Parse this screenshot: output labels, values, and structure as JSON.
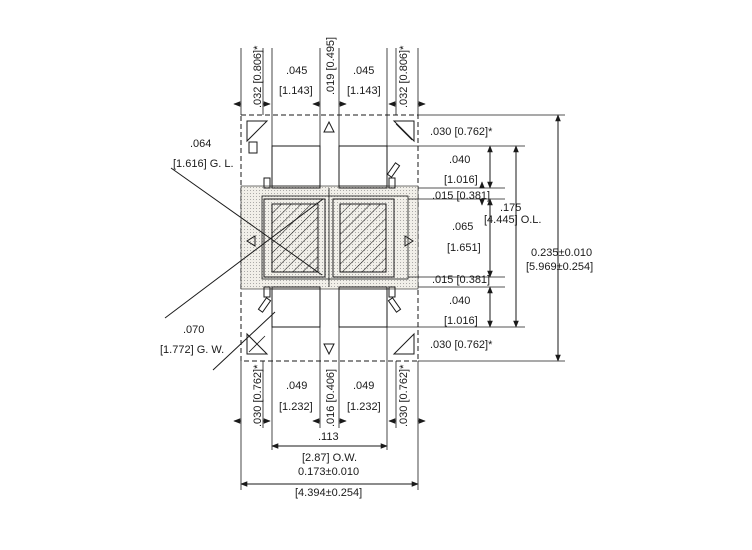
{
  "dims": {
    "top_032_left": ".032 [0.806]*",
    "top_045_left": ".045",
    "top_1143_left": "[1.143]",
    "top_019": ".019 [0.495]",
    "top_045_right": ".045",
    "top_1143_right": "[1.143]",
    "top_032_right": ".032 [0.806]*",
    "gl_value": ".064",
    "gl_label": "[1.616] G. L.",
    "gw_value": ".070",
    "gw_label": "[1.772] G. W.",
    "r_030_top": ".030 [0.762]*",
    "r_040_top": ".040",
    "r_1016_top": "[1.016]",
    "r_015_top": ".015 [0.381]",
    "r_175": ".175",
    "r_ol": "[4.445] O.L.",
    "r_065": ".065",
    "r_1651": "[1.651]",
    "r_235": "0.235±0.010",
    "r_5969": "[5.969±0.254]",
    "r_015_bot": ".015 [0.381]",
    "r_040_bot": ".040",
    "r_1016_bot": "[1.016]",
    "r_030_bot": ".030 [0.762]*",
    "bot_030_left": ".030 [0.762]*",
    "bot_049_left": ".049",
    "bot_1232_left": "[1.232]",
    "bot_016": ".016 [0.406]",
    "bot_049_right": ".049",
    "bot_1232_right": "[1.232]",
    "bot_030_right": ".030 [0.762]*",
    "ow_value": ".113",
    "ow_label": "[2.87] O.W.",
    "w_173": "0.173±0.010",
    "w_4394": "[4.394±0.254]"
  }
}
